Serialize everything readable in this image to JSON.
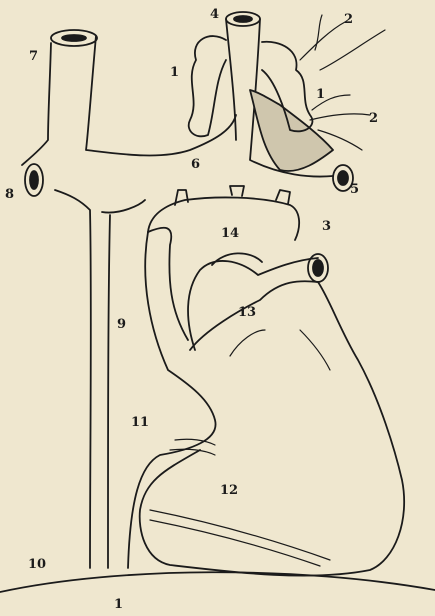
{
  "labels": {
    "l1_bottom": "1",
    "l1_left": "1",
    "l1_right": "1",
    "l2_top": "2",
    "l2_right": "2",
    "l3": "3",
    "l4": "4",
    "l5": "5",
    "l6": "6",
    "l7": "7",
    "l8": "8",
    "l9": "9",
    "l10": "10",
    "l11": "11",
    "l12": "12",
    "l13": "13",
    "l14": "14"
  },
  "colors": {
    "paper": "#efe7cf",
    "ink": "#1b1b1b"
  }
}
